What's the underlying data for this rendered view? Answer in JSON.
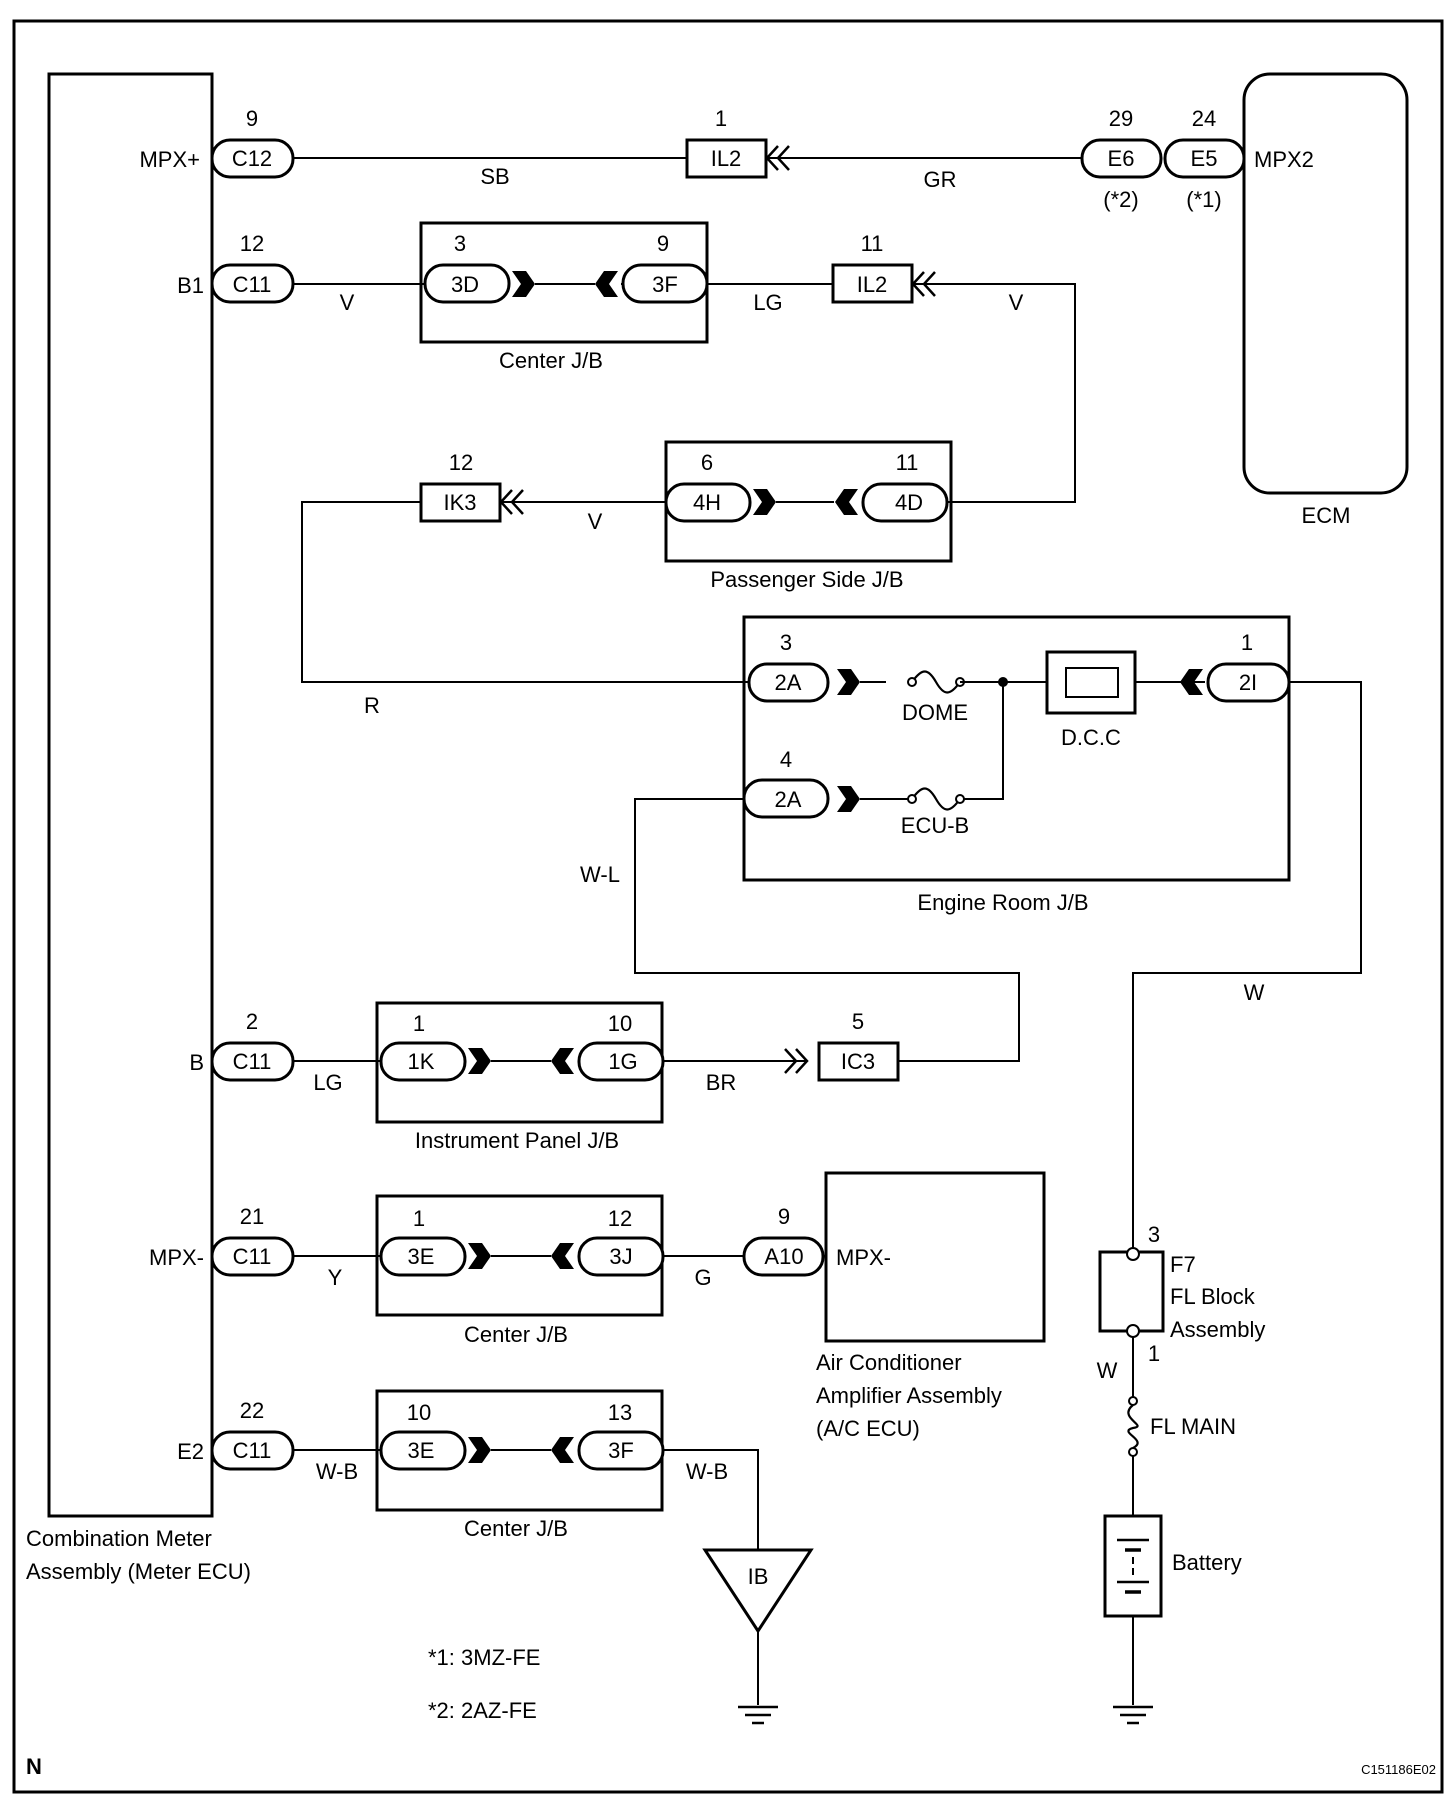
{
  "meter": {
    "name_line1": "Combination Meter",
    "name_line2": "Assembly (Meter ECU)",
    "terminals": {
      "mpx_plus": "MPX+",
      "b1": "B1",
      "b": "B",
      "mpx_minus": "MPX-",
      "e2": "E2"
    }
  },
  "connectors": {
    "c12": {
      "pin": "9",
      "code": "C12"
    },
    "c11_b1": {
      "pin": "12",
      "code": "C11"
    },
    "c11_b": {
      "pin": "2",
      "code": "C11"
    },
    "c11_mpx": {
      "pin": "21",
      "code": "C11"
    },
    "c11_e2": {
      "pin": "22",
      "code": "C11"
    },
    "il2_top": {
      "pin": "1",
      "code": "IL2"
    },
    "il2_mid": {
      "pin": "11",
      "code": "IL2"
    },
    "ik3": {
      "pin": "12",
      "code": "IK3"
    },
    "ic3": {
      "pin": "5",
      "code": "IC3"
    },
    "e6": {
      "pin": "29",
      "code": "E6",
      "note": "(*2)"
    },
    "e5": {
      "pin": "24",
      "code": "E5",
      "note": "(*1)"
    },
    "a10": {
      "pin": "9",
      "code": "A10"
    }
  },
  "wires": {
    "sb": "SB",
    "gr": "GR",
    "v_left": "V",
    "lg_top": "LG",
    "v_right": "V",
    "v_pass": "V",
    "r": "R",
    "w_l": "W-L",
    "w_right": "W",
    "lg_b": "LG",
    "br": "BR",
    "y": "Y",
    "g": "G",
    "wb_left": "W-B",
    "wb_right": "W-B",
    "w_fl": "W"
  },
  "ecm": {
    "name": "ECM",
    "terminal": "MPX2"
  },
  "center_jb_1": {
    "name": "Center J/B",
    "left_pin": "3",
    "left_code": "3D",
    "right_pin": "9",
    "right_code": "3F"
  },
  "passenger_jb": {
    "name": "Passenger Side J/B",
    "left_pin": "6",
    "left_code": "4H",
    "right_pin": "11",
    "right_code": "4D"
  },
  "engine_jb": {
    "name": "Engine Room J/B",
    "pin_2a_top": "3",
    "code_2a_top": "2A",
    "pin_2a_bottom": "4",
    "code_2a_bottom": "2A",
    "pin_2i": "1",
    "code_2i": "2I",
    "dome": "DOME",
    "ecu_b": "ECU-B",
    "dcc": "D.C.C"
  },
  "ip_jb": {
    "name": "Instrument Panel J/B",
    "left_pin": "1",
    "left_code": "1K",
    "right_pin": "10",
    "right_code": "1G"
  },
  "center_jb_2": {
    "name": "Center J/B",
    "left_pin": "1",
    "left_code": "3E",
    "right_pin": "12",
    "right_code": "3J"
  },
  "center_jb_3": {
    "name": "Center J/B",
    "left_pin": "10",
    "left_code": "3E",
    "right_pin": "13",
    "right_code": "3F"
  },
  "ac_amp": {
    "terminal": "MPX-",
    "name_line1": "Air Conditioner",
    "name_line2": "Amplifier Assembly",
    "name_line3": "(A/C ECU)"
  },
  "fl_block": {
    "pin_top": "3",
    "pin_bottom": "1",
    "code": "F7",
    "name_line1": "FL Block",
    "name_line2": "Assembly"
  },
  "fl_main": "FL MAIN",
  "battery": "Battery",
  "ground_ib": "IB",
  "notes": {
    "n1": "*1: 3MZ-FE",
    "n2": "*2: 2AZ-FE"
  },
  "corner_letter": "N",
  "figure_code": "C151186E02"
}
